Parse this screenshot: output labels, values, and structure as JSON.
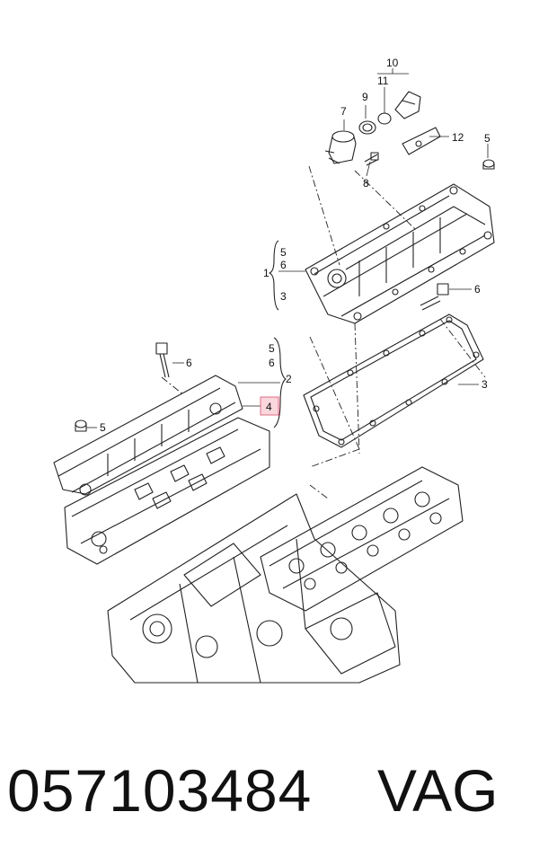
{
  "callouts": {
    "c1": "1",
    "c2": "2",
    "c3a": "3",
    "c3b": "3",
    "c4": "4",
    "c5a": "5",
    "c5b": "5",
    "c5c": "5",
    "c5d": "5",
    "c6a": "6",
    "c6b": "6",
    "c6c": "6",
    "c6d": "6",
    "c7": "7",
    "c8": "8",
    "c9": "9",
    "c10": "10",
    "c11": "11",
    "c12": "12"
  },
  "highlight_color": "#f4b8c0",
  "part_number": "057103484",
  "brand": "VAG"
}
